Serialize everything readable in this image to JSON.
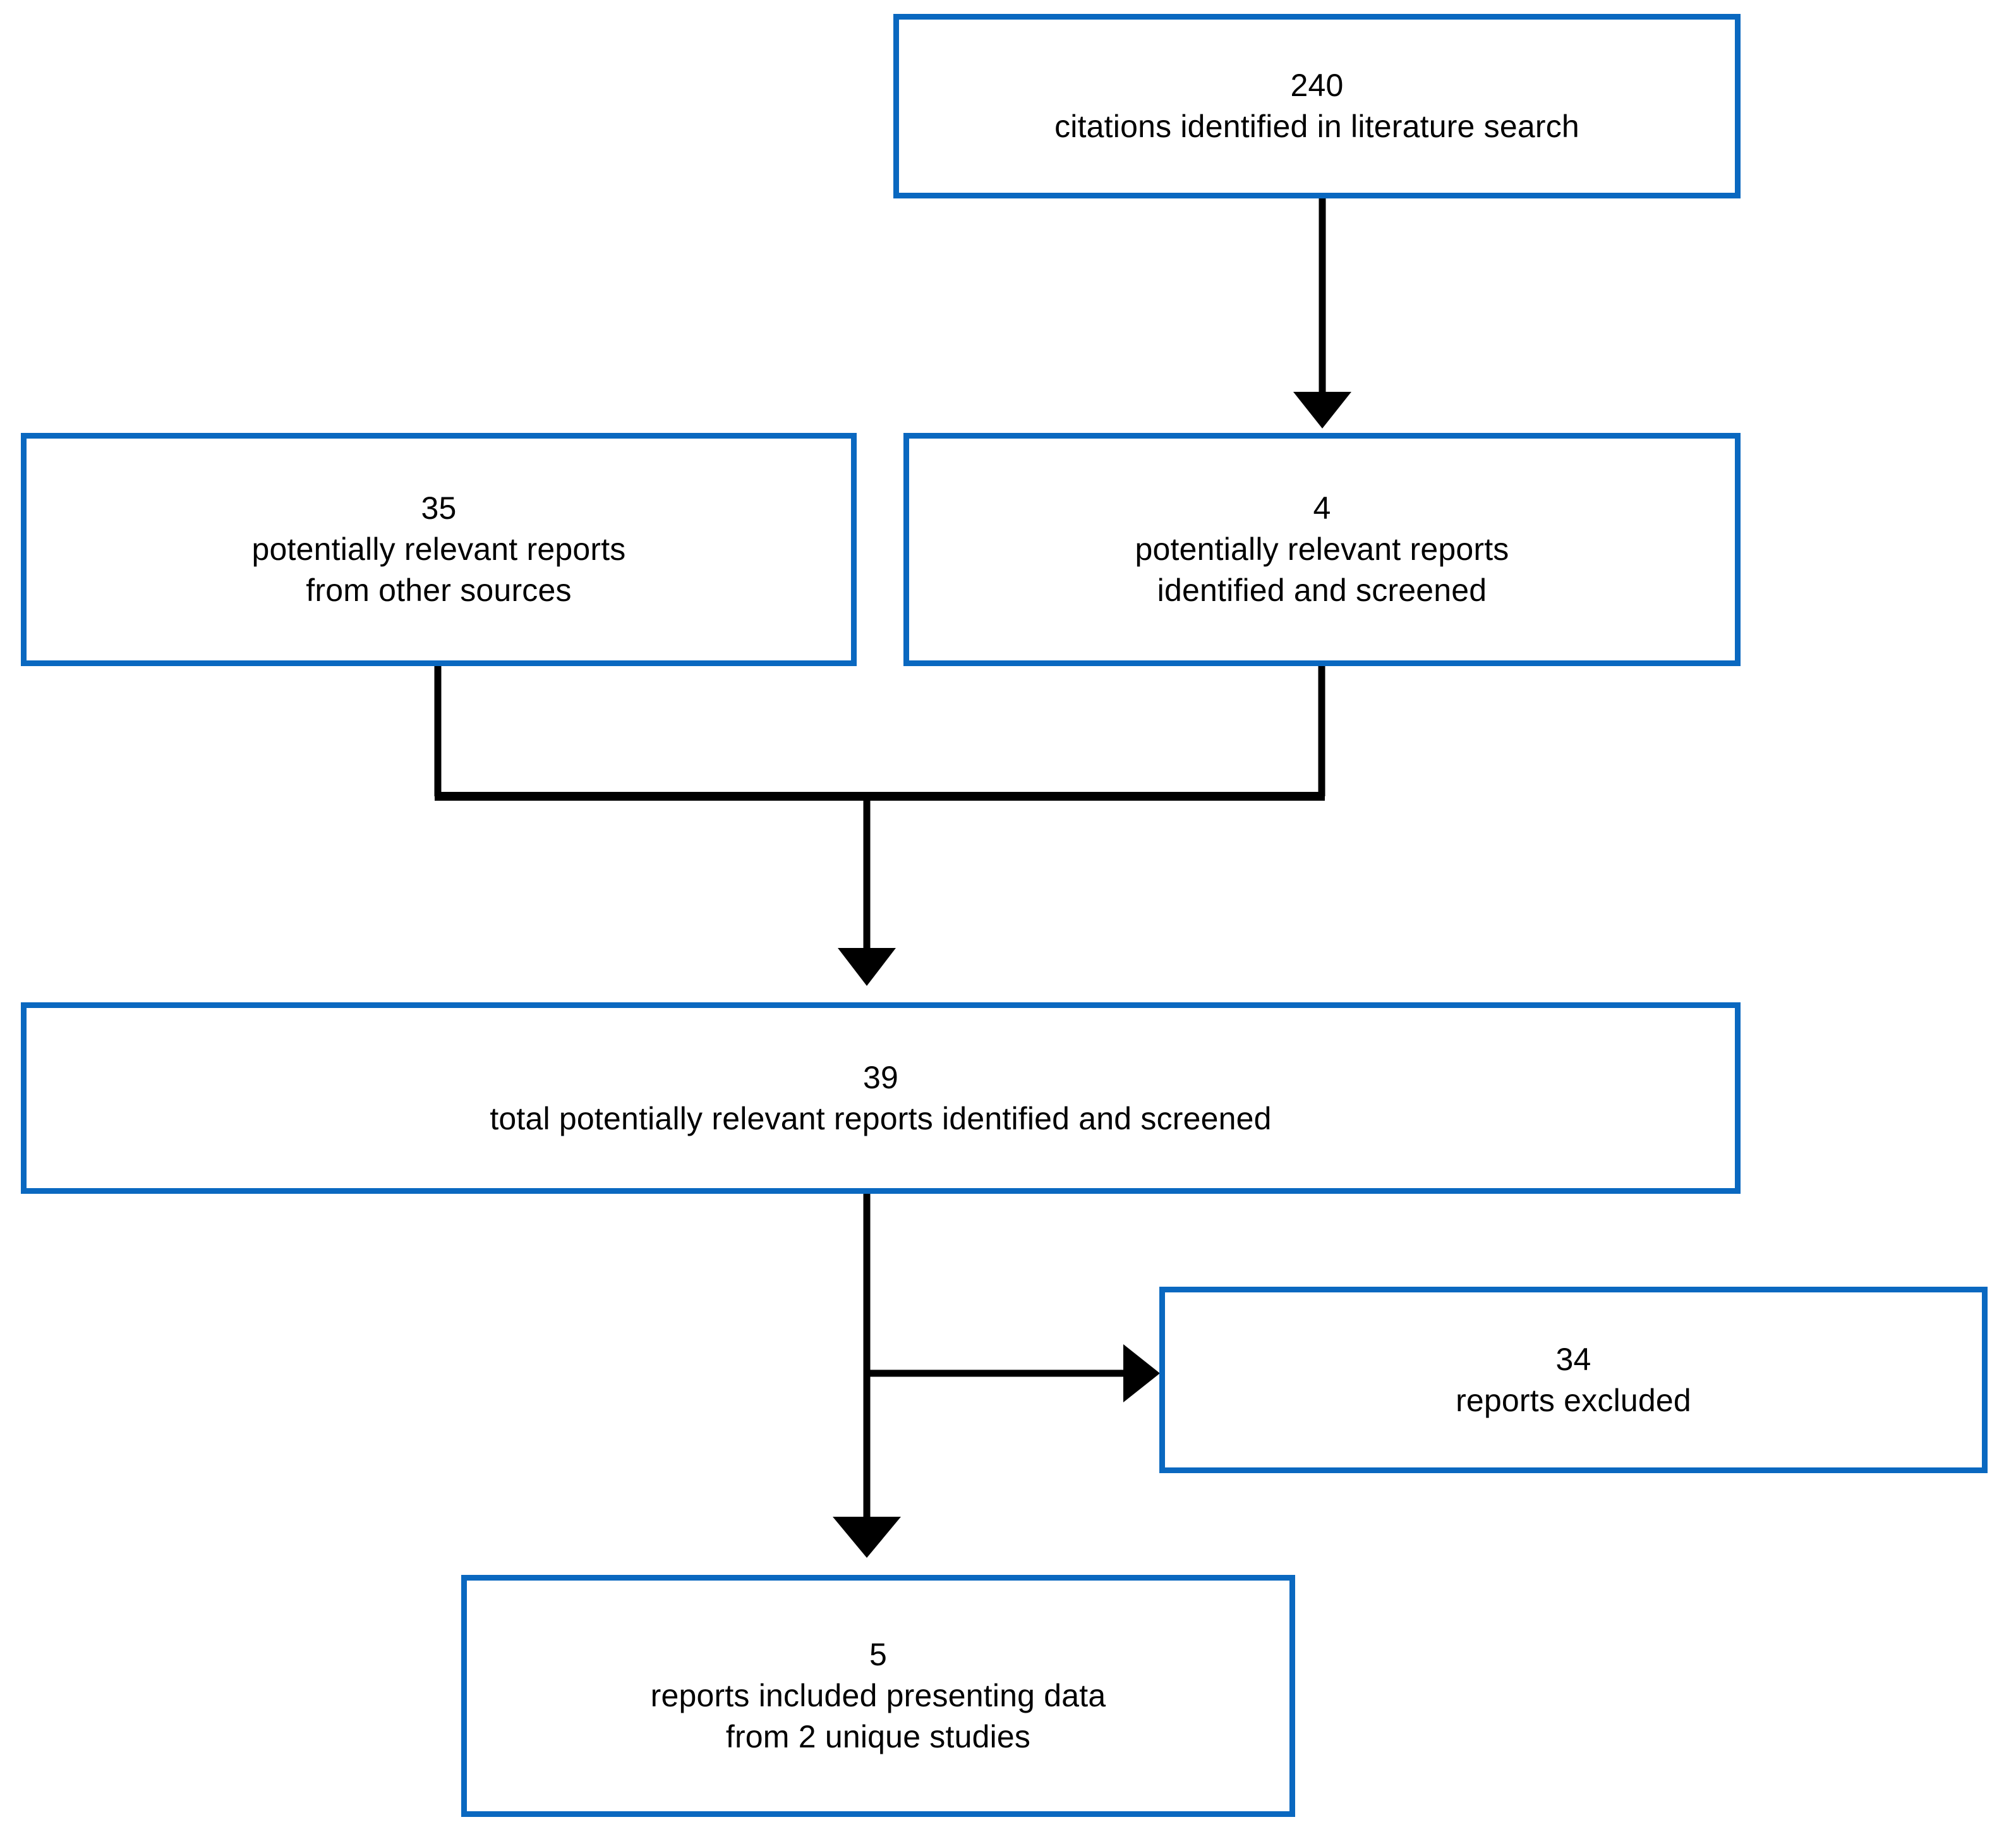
{
  "diagram": {
    "type": "prisma-flow-diagram",
    "accent_color": "#0a68c0",
    "connector_color": "#000000",
    "background_color": "#ffffff",
    "nodes": [
      {
        "id": "identified",
        "count": "240",
        "lines": [
          "240",
          "citations identified in literature search"
        ]
      },
      {
        "id": "other-sources",
        "count": "35",
        "lines": [
          "35",
          "potentially relevant reports",
          "from other sources"
        ]
      },
      {
        "id": "screened",
        "count": "4",
        "lines": [
          "4",
          "potentially relevant reports",
          "identified and screened"
        ]
      },
      {
        "id": "total-screened",
        "count": "39",
        "lines": [
          "39",
          "total potentially relevant reports identified and screened"
        ]
      },
      {
        "id": "excluded",
        "count": "34",
        "lines": [
          "34",
          "reports excluded"
        ]
      },
      {
        "id": "included",
        "count": "5",
        "lines": [
          "5",
          "reports included presenting data",
          "from 2 unique studies"
        ]
      }
    ],
    "edges": [
      {
        "id": "identified-to-screened",
        "from": "identified",
        "to": "screened",
        "arrow": true
      },
      {
        "id": "other-sources-to-total",
        "from": "other-sources",
        "to": "total-screened",
        "arrow": true
      },
      {
        "id": "screened-to-total",
        "from": "screened",
        "to": "total-screened",
        "arrow": true
      },
      {
        "id": "total-to-excluded",
        "from": "total-screened",
        "to": "excluded",
        "arrow": true
      },
      {
        "id": "total-to-included",
        "from": "total-screened",
        "to": "included",
        "arrow": true
      }
    ]
  }
}
